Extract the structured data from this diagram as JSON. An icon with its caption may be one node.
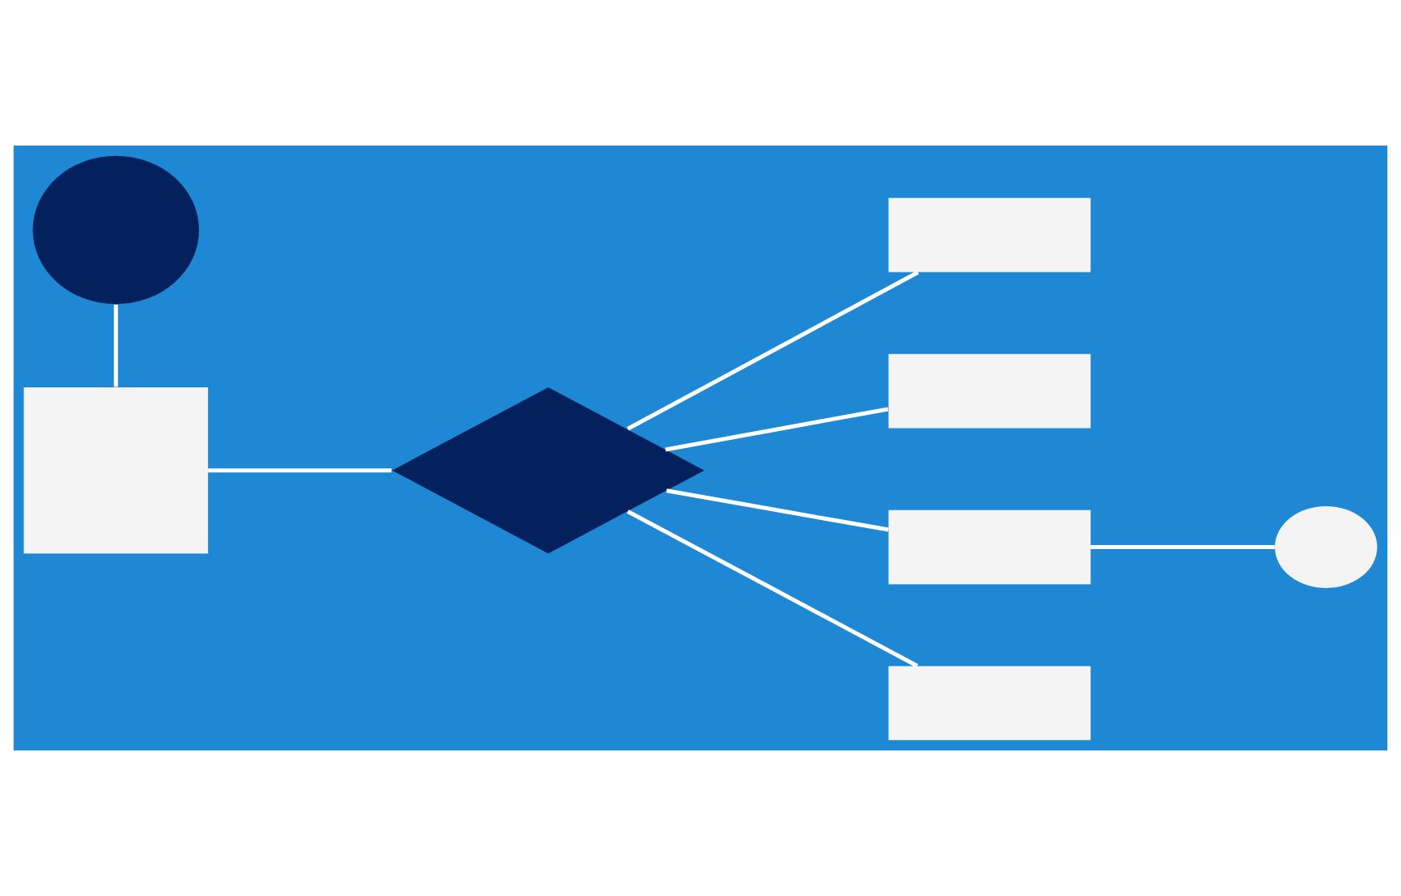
{
  "diagram": {
    "nodes": [
      {
        "text": [],
        "shape": "circle"
      },
      {
        "text": [],
        "shape": "box"
      },
      {
        "text": [],
        "shape": "diamond"
      },
      {
        "text": [],
        "shape": "box"
      },
      {
        "text": [],
        "shape": "box"
      },
      {
        "text": [],
        "shape": "box"
      },
      {
        "text": [],
        "shape": "box"
      },
      {
        "text": [],
        "shape": "circle"
      }
    ],
    "edges": [
      {
        "from": 0,
        "to": 1,
        "arrow": "none"
      },
      {
        "from": 1,
        "to": 2,
        "arrow": "none"
      },
      {
        "from": 2,
        "to": 3,
        "arrow": "none"
      },
      {
        "from": 2,
        "to": 4,
        "arrow": "none"
      },
      {
        "from": 2,
        "to": 5,
        "arrow": "none"
      },
      {
        "from": 2,
        "to": 6,
        "arrow": "none"
      },
      {
        "from": 5,
        "to": 7,
        "arrow": "none"
      }
    ]
  }
}
